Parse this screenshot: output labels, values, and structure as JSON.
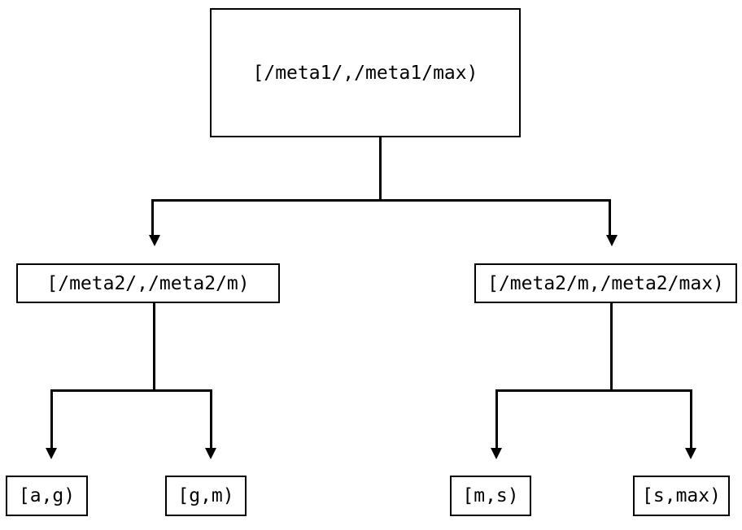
{
  "diagram": {
    "type": "tree",
    "title": "",
    "background_color": "#ffffff",
    "line_color": "#000000",
    "text_color": "#000000",
    "nodes": {
      "root": {
        "label": "[/meta1/,/meta1/max)"
      },
      "mid_left": {
        "label": "[/meta2/,/meta2/m)"
      },
      "mid_right": {
        "label": "[/meta2/m,/meta2/max)"
      },
      "leaf_1": {
        "label": "[a,g)"
      },
      "leaf_2": {
        "label": "[g,m)"
      },
      "leaf_3": {
        "label": "[m,s)"
      },
      "leaf_4": {
        "label": "[s,max)"
      }
    },
    "edges": [
      {
        "from": "root",
        "to": "mid_left"
      },
      {
        "from": "root",
        "to": "mid_right"
      },
      {
        "from": "mid_left",
        "to": "leaf_1"
      },
      {
        "from": "mid_left",
        "to": "leaf_2"
      },
      {
        "from": "mid_right",
        "to": "leaf_3"
      },
      {
        "from": "mid_right",
        "to": "leaf_4"
      }
    ]
  }
}
